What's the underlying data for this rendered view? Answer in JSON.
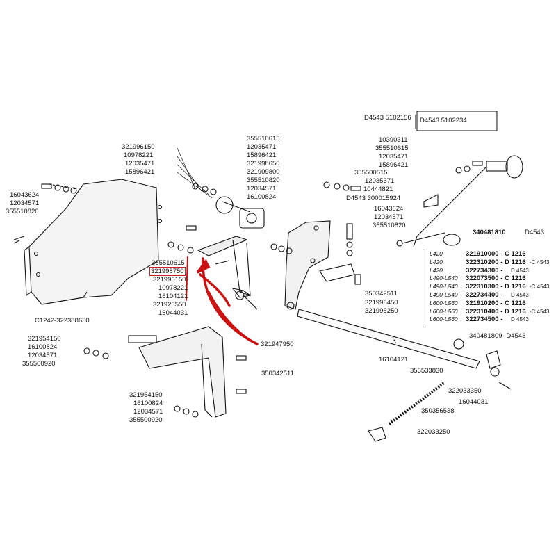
{
  "labels": {
    "l1": "321996150",
    "l2": "10978221",
    "l3": "12035471",
    "l4": "15896421",
    "l5": "355510615",
    "l6": "12035471",
    "l7": "15896421",
    "l8": "321998650",
    "l9": "321909800",
    "l10": "355510820",
    "l11": "12034571",
    "l12": "16100824",
    "l13": "16043624",
    "l14": "12034571",
    "l15": "355510820",
    "l16": "C1242-322388650",
    "l17": "355510615",
    "l18": "321998750",
    "l19": "321996150",
    "l20": "10978221",
    "l21": "16104121",
    "l22": "321926550",
    "l23": "16044031",
    "l24": "321947950",
    "l25": "321954150",
    "l26": "16100824",
    "l27": "12034571",
    "l28": "355500920",
    "l29": "350342511",
    "l30": "321954150",
    "l31": "16100824",
    "l32": "12034571",
    "l33": "355500920",
    "l34": "355500515",
    "l35": "12035371",
    "l36": "10444821",
    "l37": "D4543 300015924",
    "l38": "16043624",
    "l39": "12034571",
    "l40": "355510820",
    "l41": "350342511",
    "l42": "321996450",
    "l43": "321996250",
    "l44": "D4543 5102156",
    "l45": "D4543 5102234",
    "l46": "10390311",
    "l47": "355510615",
    "l48": "12035471",
    "l49": "15896421",
    "l50": "340481810",
    "l51": "D4543",
    "l52": "340481809 -D4543",
    "l53": "16104121",
    "l54": "355533830",
    "l55": "322033350",
    "l56": "16044031",
    "l57": "350356538",
    "l58": "322033250"
  },
  "variants": [
    {
      "model": "L420",
      "part": "321910000",
      "code": "- C 1216"
    },
    {
      "model": "L420",
      "part": "322310200",
      "code": "- D 1216",
      "suffix": "-C 4543"
    },
    {
      "model": "L420",
      "part": "322734300",
      "code": "-",
      "suffix": "D 4543"
    },
    {
      "model": "L490-L540",
      "part": "322073500",
      "code": "- C 1216"
    },
    {
      "model": "L490-L540",
      "part": "322310300",
      "code": "- D 1216",
      "suffix": "-C 4543"
    },
    {
      "model": "L490-L540",
      "part": "322734400",
      "code": "-",
      "suffix": "D 4543"
    },
    {
      "model": "L600-L560",
      "part": "321910200",
      "code": "- C 1216"
    },
    {
      "model": "L600-L560",
      "part": "322310400",
      "code": "- D 1216",
      "suffix": "-C 4543"
    },
    {
      "model": "L600-L560",
      "part": "322734500",
      "code": "-",
      "suffix": "D 4543"
    }
  ],
  "colors": {
    "highlight": "#cc1111",
    "ink": "#111111"
  }
}
